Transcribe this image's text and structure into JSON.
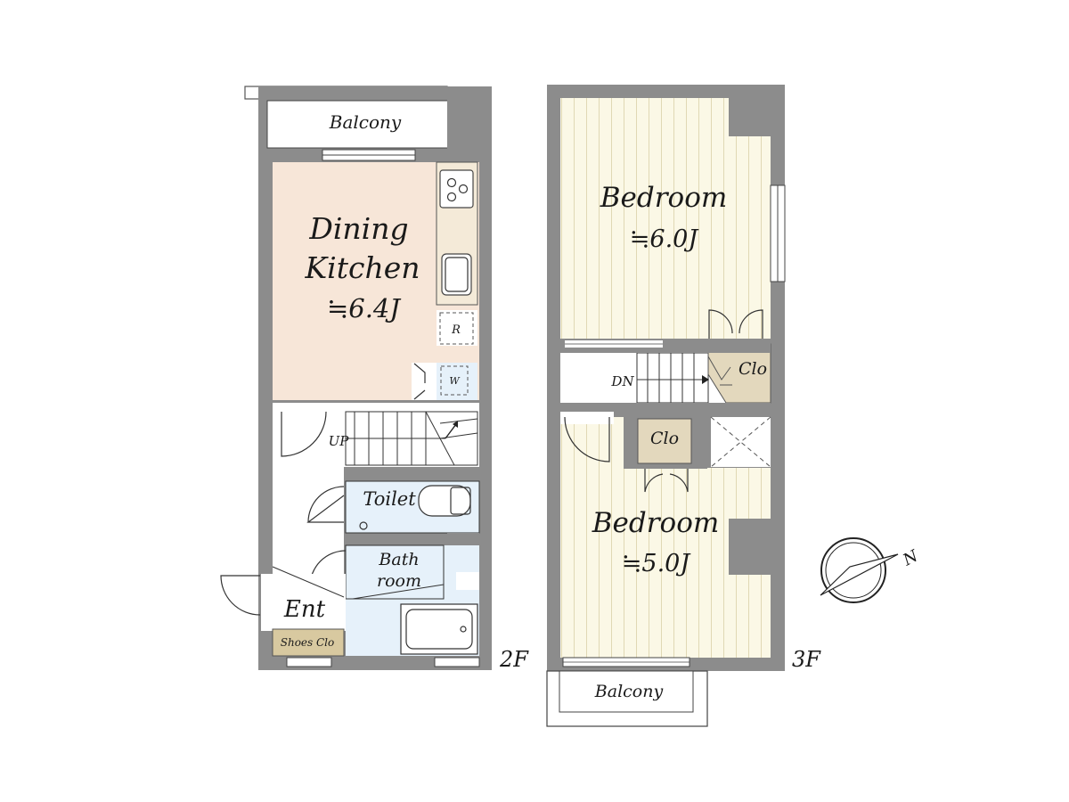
{
  "floors": {
    "second": {
      "label": "2F",
      "rooms": {
        "balcony": "Balcony",
        "dining_line1": "Dining",
        "dining_line2": "Kitchen",
        "dining_size": "≒6.4J",
        "fridge": "R",
        "washer": "W",
        "stairs": "UP",
        "toilet": "Toilet",
        "bath_line1": "Bath",
        "bath_line2": "room",
        "entrance": "Ent",
        "shoes": "Shoes Clo"
      }
    },
    "third": {
      "label": "3F",
      "rooms": {
        "bedroom_upper": "Bedroom",
        "bedroom_upper_size": "≒6.0J",
        "closet_upper": "Clo",
        "stairs": "DN",
        "closet_lower": "Clo",
        "bedroom_lower": "Bedroom",
        "bedroom_lower_size": "≒5.0J",
        "balcony": "Balcony"
      }
    }
  },
  "compass": {
    "label": "N"
  },
  "colors": {
    "wall": "#8c8c8c",
    "kitchen_floor": "#f7e6d8",
    "bath_floor": "#e6f1fa",
    "bedroom_floor": "#fbf8e6",
    "closet_floor": "#e3d8bd",
    "shoes_closet": "#d8c9a0"
  }
}
